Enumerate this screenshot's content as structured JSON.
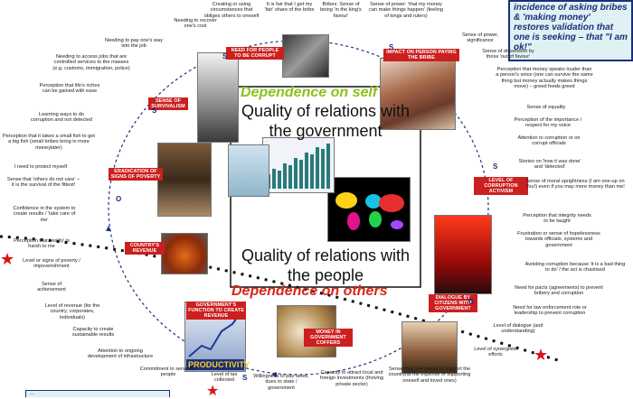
{
  "center": {
    "dependence_self": "Dependence on self",
    "quality_gov": "Quality of relations with the government",
    "quality_people": "Quality of relations with the people",
    "dependence_others": "Dependence on others"
  },
  "callout": "incidence of asking bribes & 'making money' restores validation that one is seeking – that \"I am ok!\"",
  "bottom_box": "...",
  "nodes": {
    "corrupt": "Need for people to be corrupt",
    "impact": "Impact on person paying the bribe",
    "survivalism": "Sense of survivalism",
    "activism": "Level of corruption activism",
    "eradication": "Eradication of signs of poverty",
    "revenue": "Country's revenue",
    "dialogue": "Dialogue by citizens with government",
    "function": "Government's function to create revenue",
    "coffers": "Money in government coffers",
    "productivity": "PRODUCTIVITY"
  },
  "notes": {
    "creating": "Creating or using circumstances that obliges others to oneself",
    "fair": "It is fair that I get my 'fair' share of the bribe",
    "bribes": "Bribes: Sense of being 'in the king's favour'",
    "power": "Sense of power: 'that my money can make things happen' (feeling of kings and rulers)",
    "recover": "Needing to recover one's cost",
    "payone": "Needing to pay one's way into the job",
    "access": "Needing to access jobs that are controlled services to the masses (e.g. customs, immigration, police)",
    "grandeur": "Sense of power, significance",
    "dissension": "Sense of dissension by those 'out of favour'",
    "perception_money": "Perception that money speaks louder than a person's voice (one can survive the same thing but money actually makes things move) – greed feeds greed",
    "riches": "Perception that life's riches can be gained with ease",
    "equality": "Sense of equality",
    "importance": "Perception of the importance / respect for my voice",
    "learning": "Learning ways to do corruption and not detected",
    "attention": "Attention to corruption or on corrupt officials",
    "small_fish": "Perception that it takes a small fish to get a big fish (small bribes bring in more moneylater)",
    "stories": "Stories on 'how it was done' and 'detected'",
    "protect": "I need to protect myself",
    "uprightness": "Sense of moral uprightness (I am one-up on You!) even if you may more money than me!",
    "sense_others": "Sense that 'others do not care' – it is the survival of the fittest!",
    "integrity": "Perception that integrity needs to be taught",
    "confidence": "Confidence in the system to create results / 'take care of me'",
    "frustration": "Frustration or sense of hopelessness towards officials, systems and government",
    "reality": "Perception that 'reality' is harsh to me",
    "avoiding": "Avoiding corruption because 'it is a bad thing to do' / the act is chastised",
    "signs": "Level or signs of poverty / impoverishment",
    "achievement": "Sense of achievement",
    "pacts": "Need for pacts (agreements) to prevent bribery and corruption",
    "revenue_level": "Level of revenue (for the country, corporates, individuals)",
    "enforcement": "Need for law enforcement role or leadership to prevent corruption",
    "capacity_create": "Capacity to create sustainable results",
    "dialogue_level": "Level of dialogue (and understanding)",
    "ongoing": "Attention to ongoing development of infrastructure",
    "synergistic": "Level of synergistic efforts",
    "commitment": "Commitment to serve the people",
    "tax": "Level of tax collected",
    "willingness": "Willingness to pay taxes, dues to state / government",
    "capacity_attract": "Capacity to attract local and foreign investments (thriving private sector)",
    "support": "Sense that one needs to support the country(at the expense of supporting oneself and loved ones)"
  },
  "s_marks": [
    "S",
    "S",
    "S",
    "S",
    "O",
    "O",
    "S"
  ]
}
